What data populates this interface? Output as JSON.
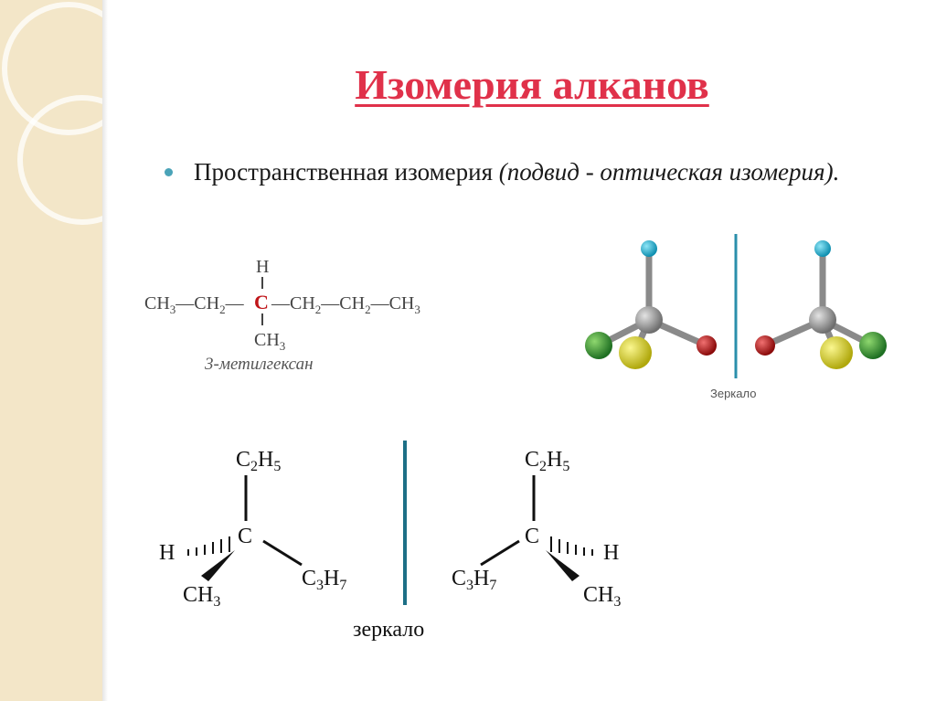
{
  "title": "Изомерия алканов",
  "bullet": {
    "text_plain": "Пространственная изомерия ",
    "text_italic": "(подвид - оптическая изомерия)."
  },
  "formula": {
    "h_top": "H",
    "center": "C",
    "chain_left": [
      "CH",
      "3",
      "CH",
      "2"
    ],
    "chain_right": [
      "CH",
      "2",
      "CH",
      "2",
      "CH",
      "3"
    ],
    "branch": [
      "CH",
      "3"
    ],
    "caption": "3-метилгексан"
  },
  "model3d": {
    "mirror_caption": "Зеркало",
    "colors": {
      "top_atom": "#1fb3d1",
      "center_atom": "#9a9a9a",
      "left_atom": "#2f9a33",
      "yellow_atom": "#e3dd1f",
      "red_atom": "#c81818"
    }
  },
  "enantiomers": {
    "left": {
      "top": [
        "C",
        "2",
        "H",
        "5"
      ],
      "center": "C",
      "h": "H",
      "down_left": [
        "CH",
        "3"
      ],
      "down_right": [
        "C",
        "3",
        "H",
        "7"
      ]
    },
    "right": {
      "top": [
        "C",
        "2",
        "H",
        "5"
      ],
      "center": "C",
      "h": "H",
      "down_left": [
        "C",
        "3",
        "H",
        "7"
      ],
      "down_right": [
        "CH",
        "3"
      ]
    },
    "mirror_caption": "зеркало",
    "mirror_color": "#1d6f86"
  }
}
